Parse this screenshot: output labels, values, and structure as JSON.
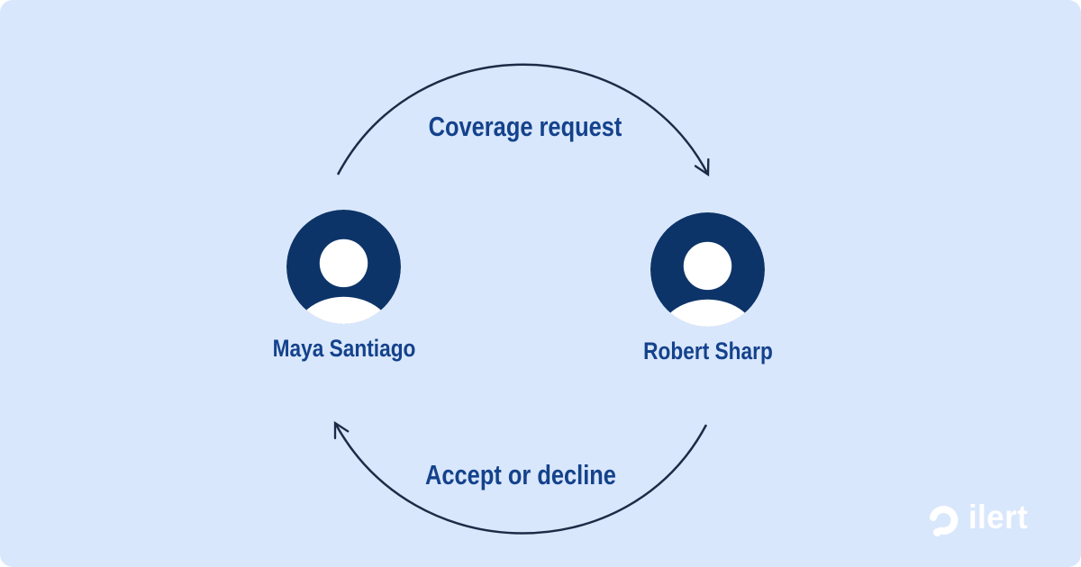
{
  "diagram": {
    "top_arrow_label": "Coverage request",
    "bottom_arrow_label": "Accept or decline",
    "people": [
      {
        "name": "Maya Santiago"
      },
      {
        "name": "Robert Sharp"
      }
    ]
  },
  "branding": {
    "logo_text": "ilert"
  },
  "colors": {
    "page_background": "#ffffff",
    "card_background": "#d9e7fc",
    "avatar_fill": "#0d3468",
    "avatar_person": "#ffffff",
    "label_text": "#14428c",
    "arrow_stroke": "#1d2b47",
    "logo_color": "#ffffff"
  },
  "icons": {
    "person_avatar_icon": "person silhouette inside filled circle",
    "curved_arrow_icon": "thin curved line with open V arrowhead",
    "ilert_logo_mark_icon": "open ring with small dot at lower-left gap"
  }
}
